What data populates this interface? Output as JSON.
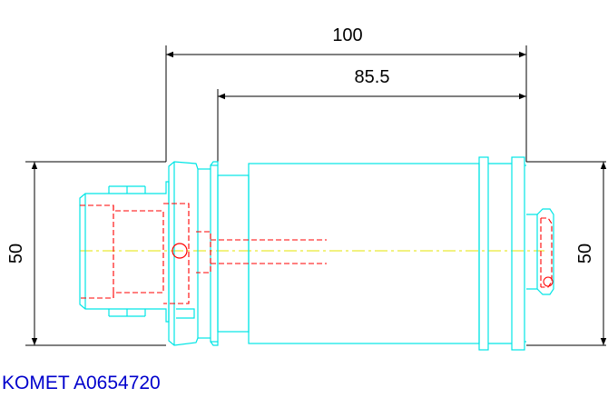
{
  "dimensions": {
    "overall_length": "100",
    "shank_length": "85.5",
    "left_height": "50",
    "right_height": "50"
  },
  "caption": "KOMET A0654720",
  "colors": {
    "outline": "#00e5e5",
    "hidden": "#ff0000",
    "centerline": "#e6e600",
    "dimension": "#000000",
    "caption": "#0000cc"
  }
}
